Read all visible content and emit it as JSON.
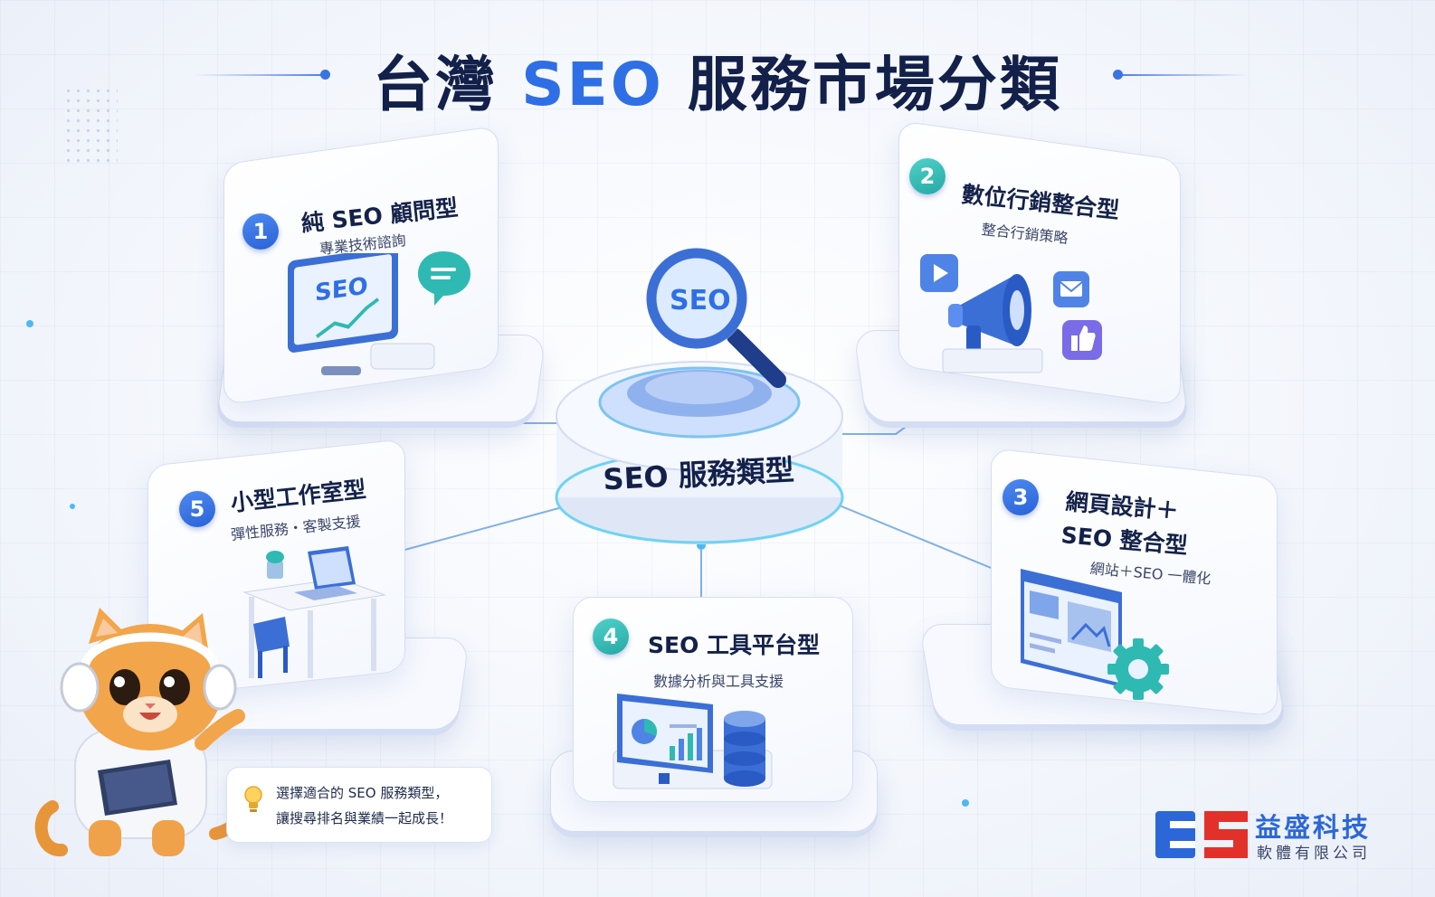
{
  "title": {
    "prefix": "台灣",
    "highlight": "SEO",
    "suffix": "服務市場分類"
  },
  "hub": {
    "label": "SEO 服務類型",
    "lens_text": "SEO"
  },
  "cards": [
    {
      "number": "1",
      "title": "純 SEO 顧問型",
      "subtitle": "專業技術諮詢",
      "screen_text": "SEO"
    },
    {
      "number": "2",
      "title": "數位行銷整合型",
      "subtitle": "整合行銷策略"
    },
    {
      "number": "3",
      "title_line1": "網頁設計＋",
      "title_line2": "SEO 整合型",
      "subtitle": "網站＋SEO 一體化"
    },
    {
      "number": "4",
      "title": "SEO 工具平台型",
      "subtitle": "數據分析與工具支援"
    },
    {
      "number": "5",
      "title": "小型工作室型",
      "subtitle": "彈性服務・客製支援"
    }
  ],
  "bubble": {
    "line1": "選擇適合的 SEO 服務類型，",
    "line2": "讓搜尋排名與業績一起成長！"
  },
  "brand": {
    "name": "益盛科技",
    "sub": "軟體有限公司",
    "logo_letters": "ES"
  },
  "icons": [
    "chat-bubble-icon",
    "play-icon",
    "megaphone-icon",
    "mail-icon",
    "thumbs-up-icon",
    "gear-icon",
    "database-icon",
    "lightbulb-icon",
    "magnifier-icon"
  ],
  "colors": {
    "primary": "#2f6fe6",
    "teal": "#2fb9b3",
    "navy": "#12204a",
    "brand_red": "#e2312b"
  }
}
